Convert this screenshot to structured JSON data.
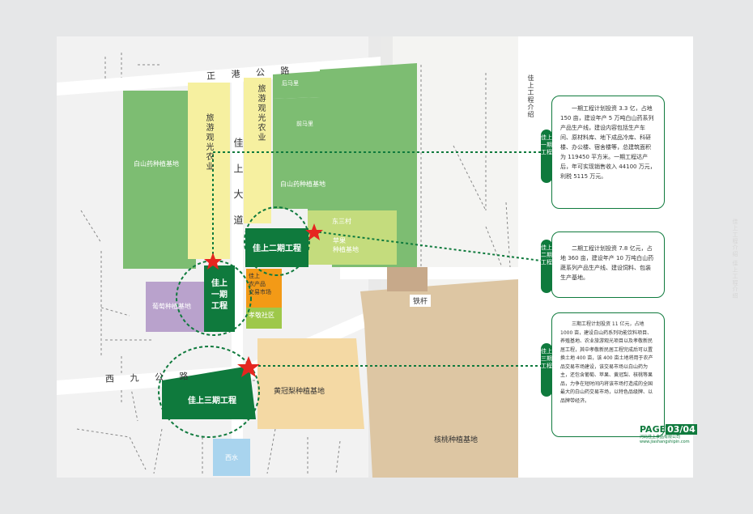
{
  "roads": {
    "zhenggang": "正 港 公 路",
    "xijiu": "西 九 公 路",
    "jiashang": "佳 上 大 道"
  },
  "zones": {
    "baishan_left": "白山药种植基地",
    "baishan_right": "白山药种植基地",
    "tourism_1": "旅游观光农业",
    "tourism_2": "旅游观光农业",
    "houmali": "后马里",
    "qianmali": "前马里",
    "dongsancun": "东三村",
    "apple": "苹果\n种植基地",
    "grape": "葡萄种植基地",
    "market": "佳上\n农产品\n交易市场",
    "xiaojing": "孝敬社区",
    "tiegan": "铁杆",
    "pear": "黄冠梨种植基地",
    "walnut": "核桃种植基地",
    "xishui": "西水"
  },
  "projects": {
    "phase1": "佳上\n一期\n工程",
    "phase2": "佳上二期工程",
    "phase3": "佳上三期工程"
  },
  "side_title": "佳上工程介绍",
  "info": {
    "phase1_tag": "佳上一期工程",
    "phase1_text": "一期工程计划投资 3.3 亿，占地 150 亩，建设年产 5 万吨白山药系列产品生产线，建设内容包括生产车间、原材料库、地下成品冷库、科研楼、办公楼、宿舍楼等，总建筑面积为 119450 平方米。一期工程达产后，年可实现销售收入 44100 万元，利税 5115 万元。",
    "phase2_tag": "佳上二期工程",
    "phase2_text": "二期工程计划投资 7.8 亿元，占地 360 亩，建设年产 10 万吨白山药蔬系列产品生产线、建设饲料、包装生产基地。",
    "phase3_tag": "佳上三期工程",
    "phase3_text": "三期工程计划投资 11 亿元，占地 1000 亩，建设白山药系列功能饮料项目、养殖基地、农业旅游观光项目以及孝敬新民居工程，其中孝敬新民居工程完成后可以置换土地 400 亩，该 400 亩土地将用于农产品交易市场建设，该交易市场以白山药为主，还包含葡萄、苹果、黄冠梨、核桃等果品，力争在短时间内将该市场打造成的全国最大的白山药交易市场，以特色品级牌、以品牌带经济。"
  },
  "page": {
    "label": "PAGE",
    "number": "03/04",
    "company": "河北佳上食品有限公司",
    "url": "www.jiashangshipin.com"
  },
  "ghost_text": "佳上工程介绍 佳上工程介绍",
  "colors": {
    "green_zone": "#7dbd72",
    "yellow_zone": "#f6f0a0",
    "lime_zone": "#c4dc7d",
    "project_green": "#0f7a3d",
    "market_orange": "#f39a16",
    "grape_purple": "#b9a2cc",
    "pear_beige": "#f4d9a4",
    "walnut_tan": "#ddc6a3",
    "water_blue": "#a9d4ee",
    "star_red": "#e52620"
  }
}
